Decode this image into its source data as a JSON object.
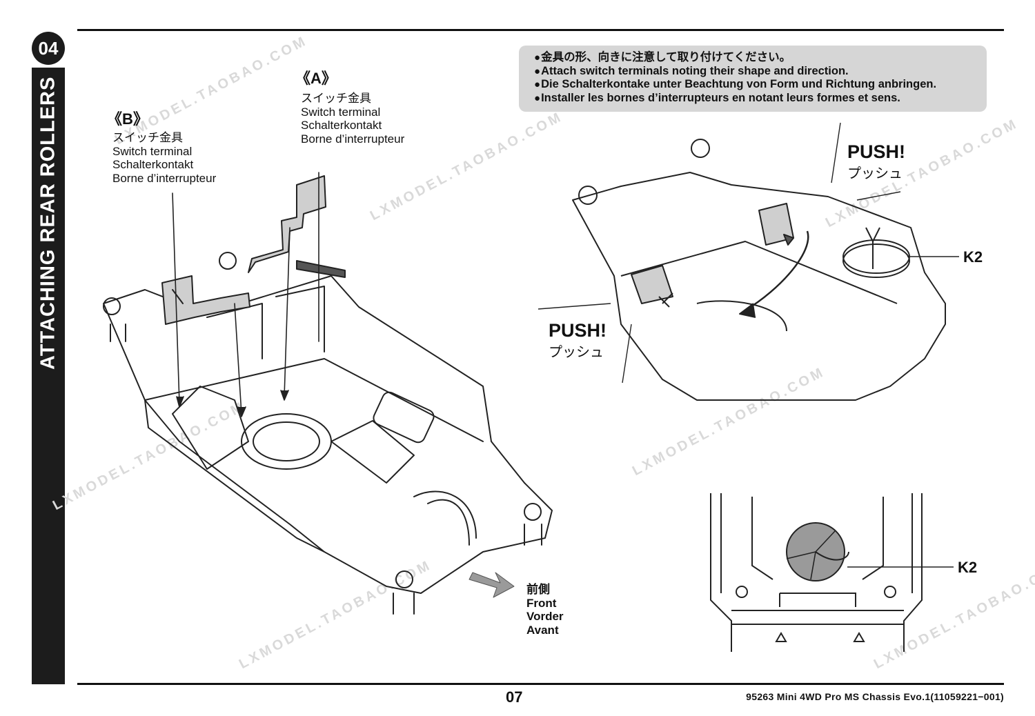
{
  "section": {
    "step_number": "04",
    "title": "ATTACHING REAR ROLLERS"
  },
  "instruction_notes": [
    "金具の形、向きに注意して取り付けてください。",
    "Attach switch terminals noting their shape and direction.",
    "Die Schalterkontake unter Beachtung von Form und Richtung anbringen.",
    "Installer les bornes d’interrupteurs en notant leurs formes et sens."
  ],
  "part_a": {
    "marker": "《A》",
    "jp": "スイッチ金具",
    "en": "Switch terminal",
    "de": "Schalterkontakt",
    "fr": "Borne d’interrupteur"
  },
  "part_b": {
    "marker": "《B》",
    "jp": "スイッチ金具",
    "en": "Switch terminal",
    "de": "Schalterkontakt",
    "fr": "Borne d’interrupteur"
  },
  "push_top": {
    "en": "PUSH!",
    "jp": "プッシュ"
  },
  "push_left": {
    "en": "PUSH!",
    "jp": "プッシュ"
  },
  "parts": {
    "k2_top": "K2",
    "k2_bottom": "K2"
  },
  "front_label": {
    "jp": "前側",
    "en": "Front",
    "de": "Vorder",
    "fr": "Avant"
  },
  "footer": {
    "page_number": "07",
    "product_ref": "95263 Mini 4WD Pro MS Chassis Evo.1(11059221−001)"
  },
  "watermark_text": "LXMODEL.TAOBAO.COM"
}
